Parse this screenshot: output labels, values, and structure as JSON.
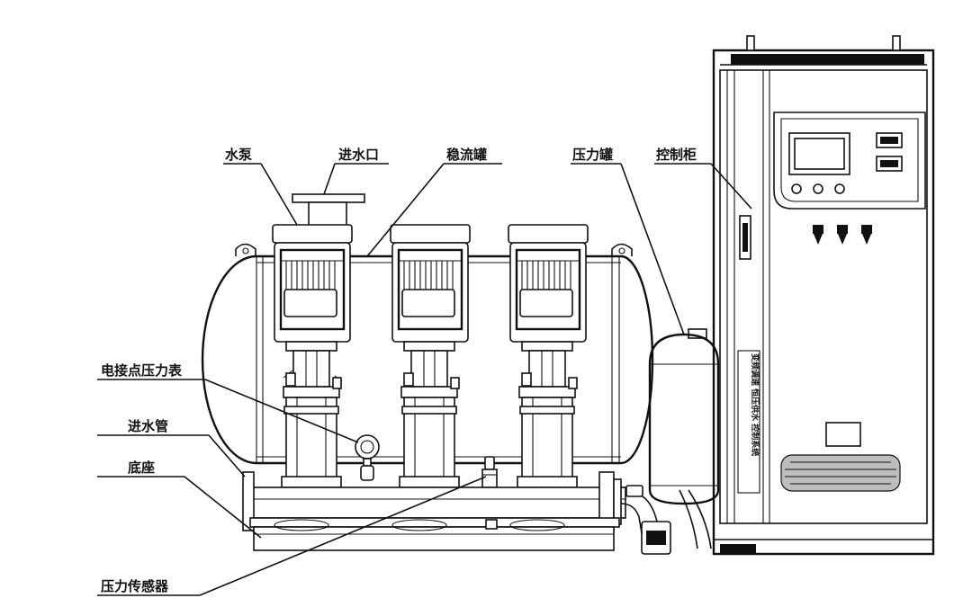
{
  "labels": {
    "pump": "水泵",
    "inlet": "进水口",
    "stabilizer_tank": "稳流罐",
    "pressure_tank": "压力罐",
    "control_cabinet": "控制柜",
    "contact_gauge": "电接点压力表",
    "inlet_pipe": "进水管",
    "base": "底座",
    "pressure_sensor": "压力传感器"
  }
}
